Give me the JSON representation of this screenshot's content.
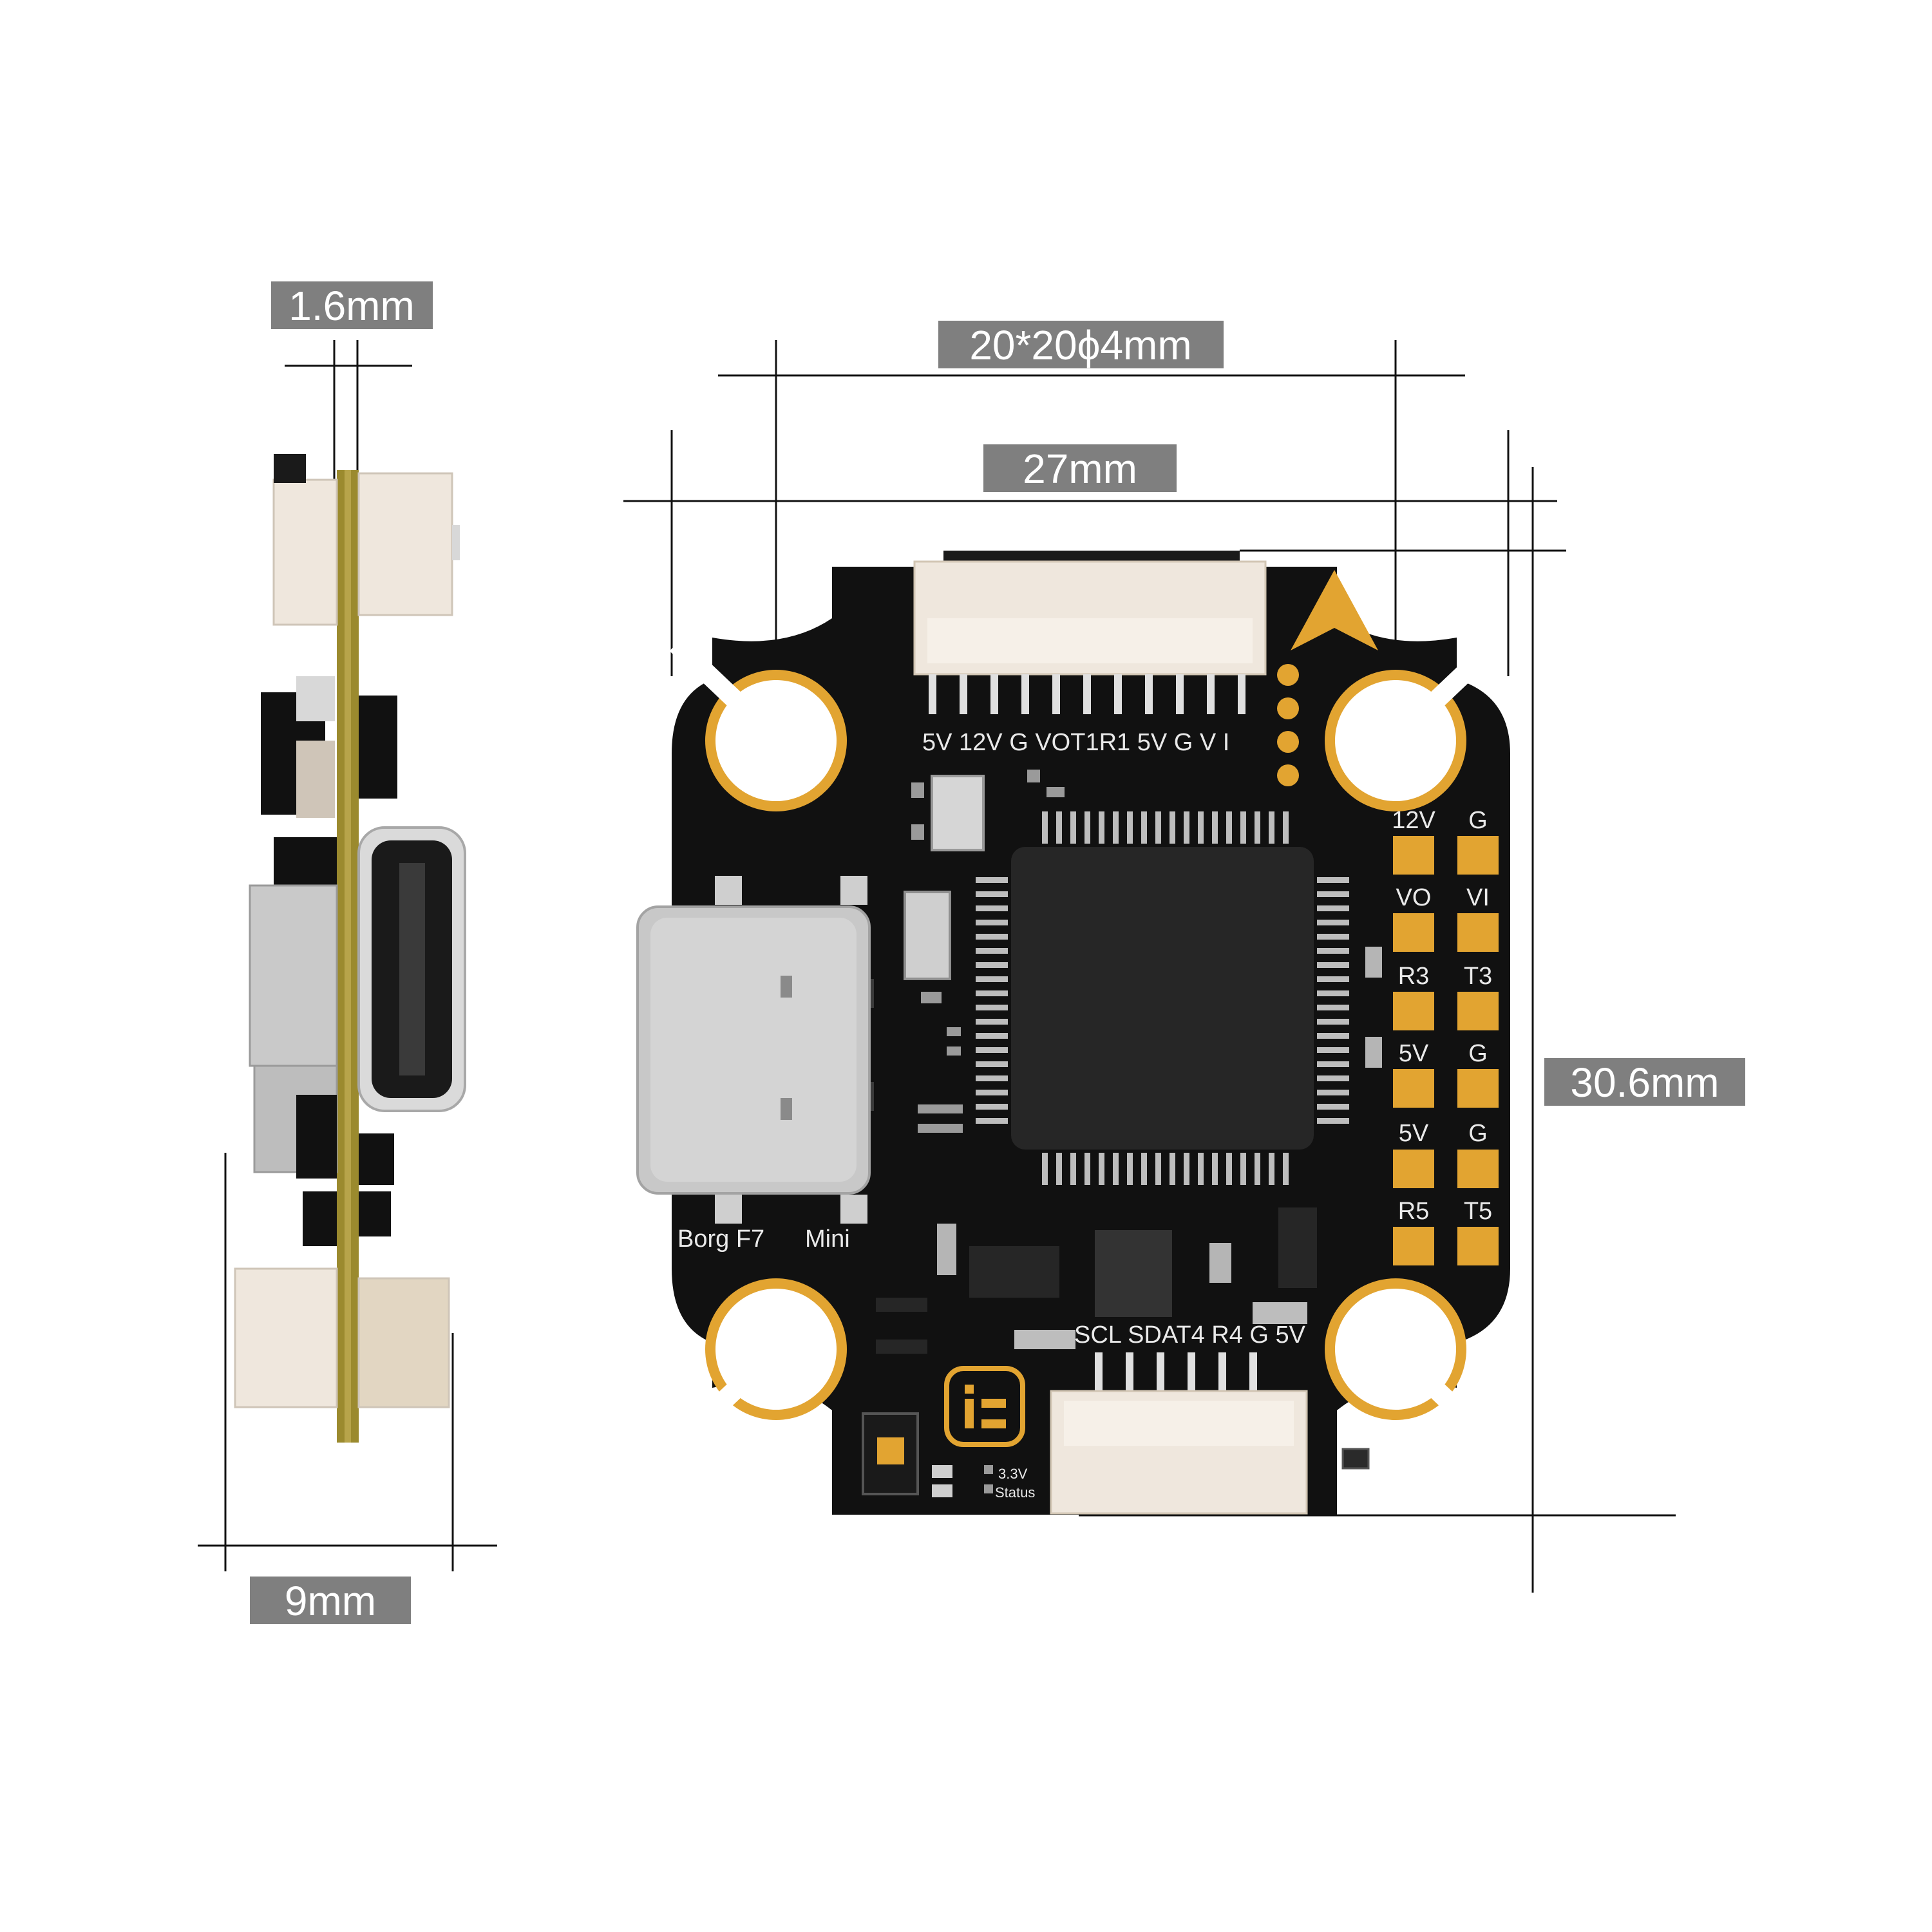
{
  "dimensions": {
    "thickness": "1.6mm",
    "height": "9mm",
    "mount": "20*20ϕ4mm",
    "width": "27mm",
    "length": "30.6mm"
  },
  "board": {
    "name_a": "Borg F7",
    "name_b": "Mini",
    "top_connector_label": "5V 12V G VOT1R1 5V G V I",
    "bottom_connector_label": "SCL SDAT4 R4 G  5V",
    "status_line1": "3.3V",
    "status_line2": "Status",
    "pads": [
      [
        "12V",
        "G"
      ],
      [
        "VO",
        "VI"
      ],
      [
        "R3",
        "T3"
      ],
      [
        "5V",
        "G"
      ],
      [
        "5V",
        "G"
      ],
      [
        "R5",
        "T5"
      ]
    ]
  },
  "colors": {
    "pcb": "#111111",
    "gold": "#e2a431",
    "label_bg": "#7f7f7f",
    "connector": "#efe7dd",
    "usb_metal": "#c8c8c8",
    "chip": "#262626"
  }
}
